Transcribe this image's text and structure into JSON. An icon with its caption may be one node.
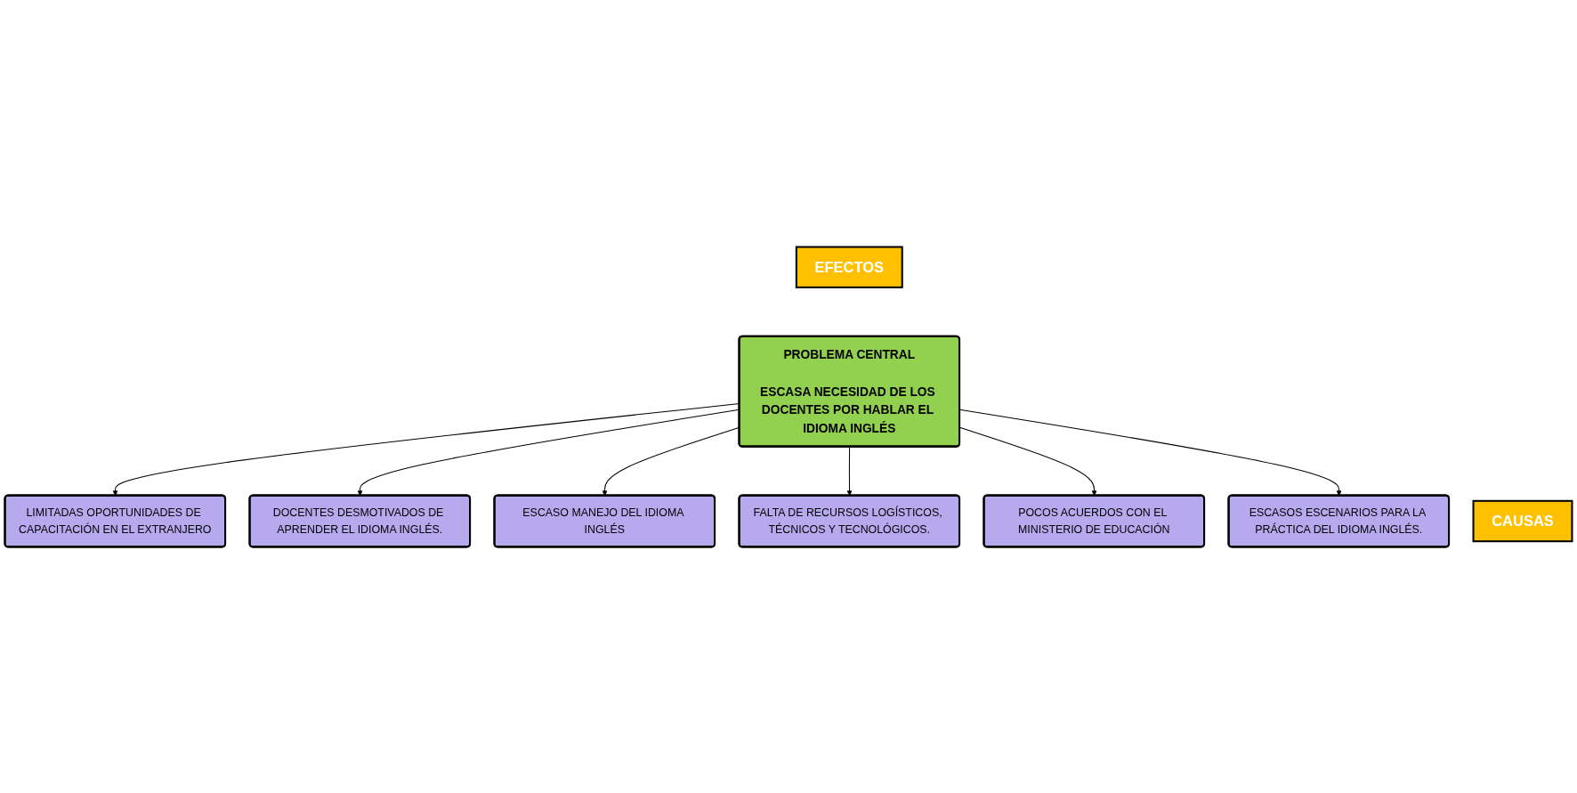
{
  "diagram": {
    "nodes": [
      {
        "text": [
          "EFECTOS"
        ]
      },
      {
        "text": [
          "LIMITADAS OPORTUNIDADES DE CAPACITACIÓN EN EL EXTRANJERO"
        ]
      },
      {
        "text": [
          "DOCENTES DESMOTIVADOS DE APRENDER EL IDIOMA INGLÉS."
        ]
      },
      {
        "text": [
          "ESCASO MANEJO DEL IDIOMA INGLÉS"
        ]
      },
      {
        "text": [
          "PROBLEMA CENTRAL",
          "ESCASA NECESIDAD DE LOS DOCENTES POR HABLAR EL IDIOMA INGLÉS"
        ]
      },
      {
        "text": [
          "CAUSAS"
        ]
      },
      {
        "text": [
          "FALTA DE RECURSOS LOGÍSTICOS, TÉCNICOS Y TECNOLÓGICOS."
        ]
      },
      {
        "text": [
          "POCOS ACUERDOS CON EL MINISTERIO DE EDUCACIÓN"
        ]
      },
      {
        "text": [
          "ESCASOS ESCENARIOS PARA LA PRÁCTICA DEL IDIOMA INGLÉS."
        ]
      }
    ],
    "edges": [
      {
        "from": 4,
        "to": 1,
        "arrow": "to"
      },
      {
        "from": 4,
        "to": 2,
        "arrow": "to"
      },
      {
        "from": 4,
        "to": 3,
        "arrow": "to"
      },
      {
        "from": 4,
        "to": 6,
        "arrow": "to"
      },
      {
        "from": 4,
        "to": 7,
        "arrow": "to"
      },
      {
        "from": 4,
        "to": 8,
        "arrow": "to"
      }
    ]
  }
}
